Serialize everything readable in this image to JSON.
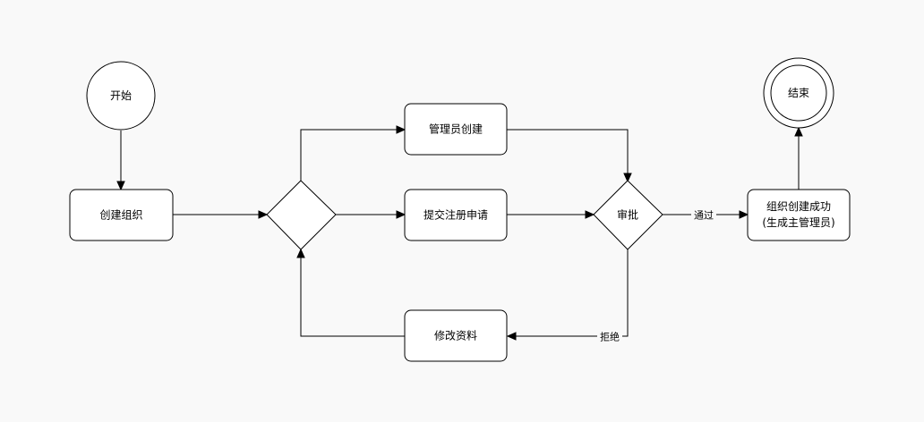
{
  "nodes": {
    "start": "开始",
    "create_org": "创建组织",
    "admin_create": "管理员创建",
    "submit_application": "提交注册申请",
    "approve": "审批",
    "revise_info": "修改资料",
    "success_line1": "组织创建成功",
    "success_line2": "(生成主管理员)",
    "end": "结束"
  },
  "edges": {
    "pass": "通过",
    "reject": "拒绝"
  }
}
